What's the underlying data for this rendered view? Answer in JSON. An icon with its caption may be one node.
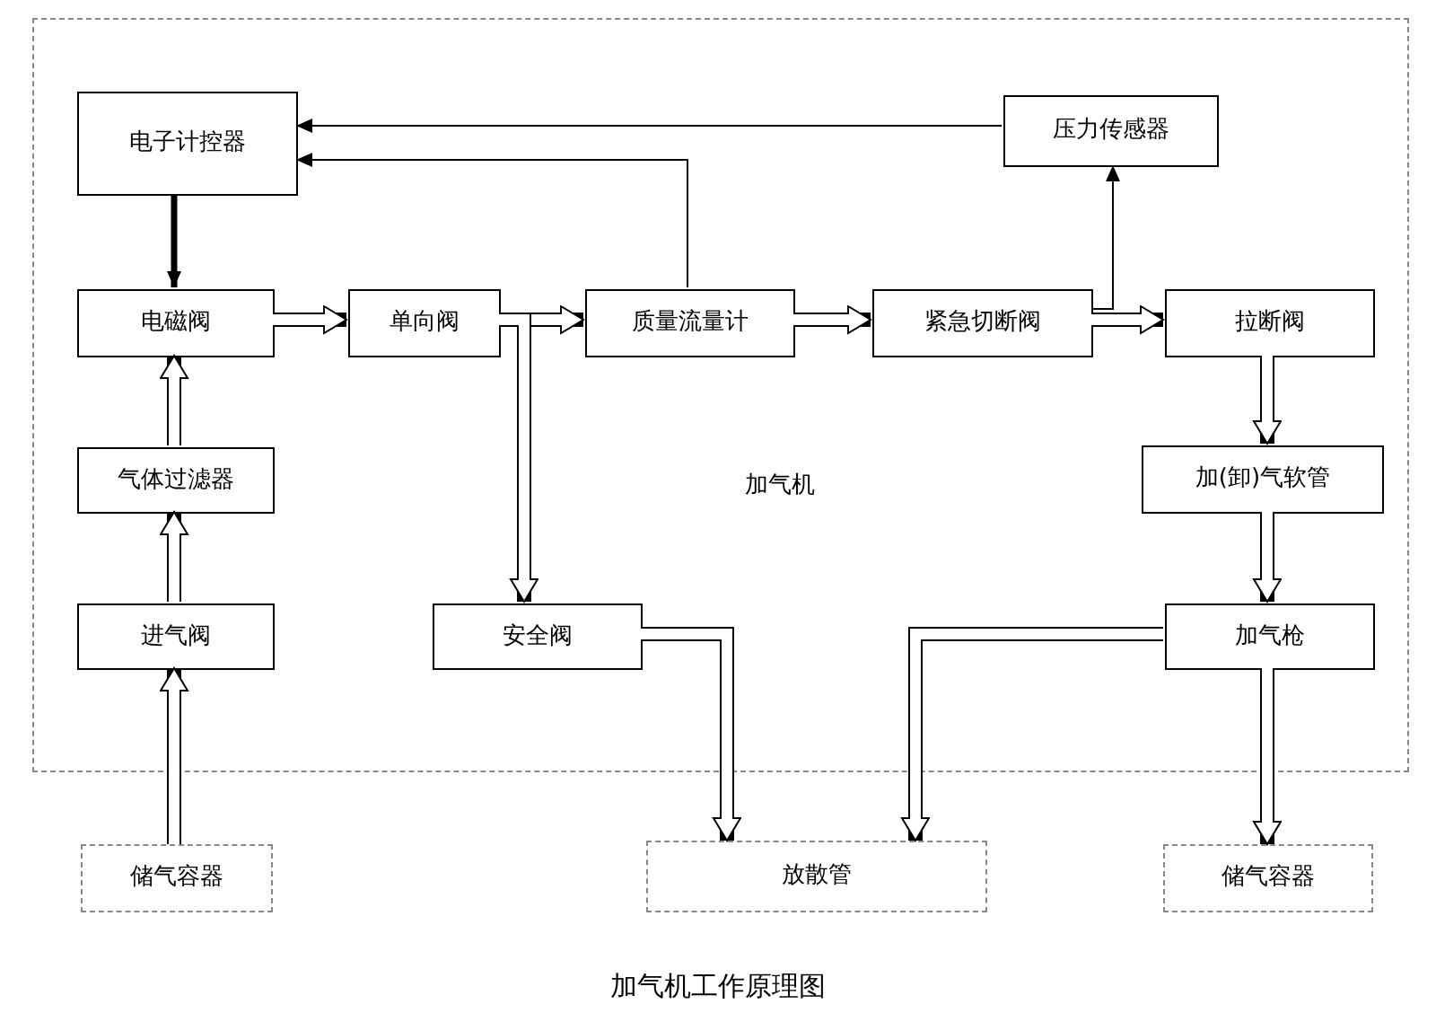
{
  "diagram": {
    "caption": "加气机工作原理图",
    "nodes": [
      {
        "text": [
          "加气机"
        ]
      },
      {
        "text": [
          "电子计控器"
        ],
        "in": 0
      },
      {
        "text": [
          "压力传感器"
        ],
        "in": 0
      },
      {
        "text": [
          "电磁阀"
        ],
        "in": 0
      },
      {
        "text": [
          "单向阀"
        ],
        "in": 0
      },
      {
        "text": [
          "质量流量计"
        ],
        "in": 0
      },
      {
        "text": [
          "紧急切断阀"
        ],
        "in": 0
      },
      {
        "text": [
          "拉断阀"
        ],
        "in": 0
      },
      {
        "text": [
          "气体过滤器"
        ],
        "in": 0
      },
      {
        "text": [
          "加(卸)气软管"
        ],
        "in": 0
      },
      {
        "text": [
          "进气阀"
        ],
        "in": 0
      },
      {
        "text": [
          "安全阀"
        ],
        "in": 0
      },
      {
        "text": [
          "加气枪"
        ],
        "in": 0
      },
      {
        "text": [
          "储气容器"
        ]
      },
      {
        "text": [
          "放散管"
        ]
      },
      {
        "text": [
          "储气容器"
        ]
      }
    ],
    "edges": [
      {
        "from": 2,
        "to": 1,
        "arrow": "to"
      },
      {
        "from": 5,
        "to": 1,
        "arrow": "to"
      },
      {
        "from": 6,
        "to": 2,
        "arrow": "to"
      },
      {
        "from": 1,
        "to": 3,
        "arrow": "to"
      },
      {
        "from": 3,
        "to": 4,
        "arrow": "to"
      },
      {
        "from": 4,
        "to": 5,
        "arrow": "to"
      },
      {
        "from": 5,
        "to": 6,
        "arrow": "to"
      },
      {
        "from": 6,
        "to": 7,
        "arrow": "to"
      },
      {
        "from": 4,
        "to": 11,
        "arrow": "to"
      },
      {
        "from": 8,
        "to": 3,
        "arrow": "to"
      },
      {
        "from": 10,
        "to": 8,
        "arrow": "to"
      },
      {
        "from": 13,
        "to": 10,
        "arrow": "to"
      },
      {
        "from": 7,
        "to": 9,
        "arrow": "to"
      },
      {
        "from": 9,
        "to": 12,
        "arrow": "to"
      },
      {
        "from": 12,
        "to": 15,
        "arrow": "to"
      },
      {
        "from": 11,
        "to": 14,
        "arrow": "to"
      },
      {
        "from": 12,
        "to": 14,
        "arrow": "to"
      }
    ]
  }
}
